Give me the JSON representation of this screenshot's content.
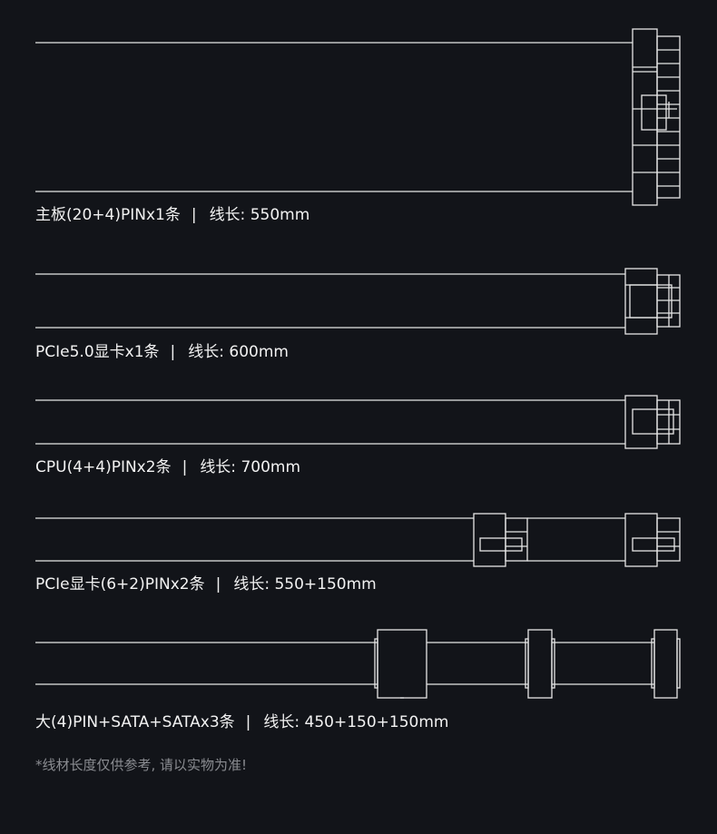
{
  "cables": [
    {
      "name": "主板(20+4)PINx1条",
      "length_label": "线长: 550mm"
    },
    {
      "name": "PCIe5.0显卡x1条",
      "length_label": "线长: 600mm"
    },
    {
      "name": "CPU(4+4)PINx2条",
      "length_label": "线长: 700mm"
    },
    {
      "name": "PCIe显卡(6+2)PINx2条",
      "length_label": "线长: 550+150mm"
    },
    {
      "name": "大(4)PIN+SATA+SATAx3条",
      "length_label": "线长: 450+150+150mm"
    }
  ],
  "separator": "|",
  "footnote": "*线材长度仅供参考, 请以实物为准!",
  "colors": {
    "background": "#121419",
    "line": "#e6e6e6",
    "text": "#f2f2f2",
    "note": "#8a8c91"
  }
}
